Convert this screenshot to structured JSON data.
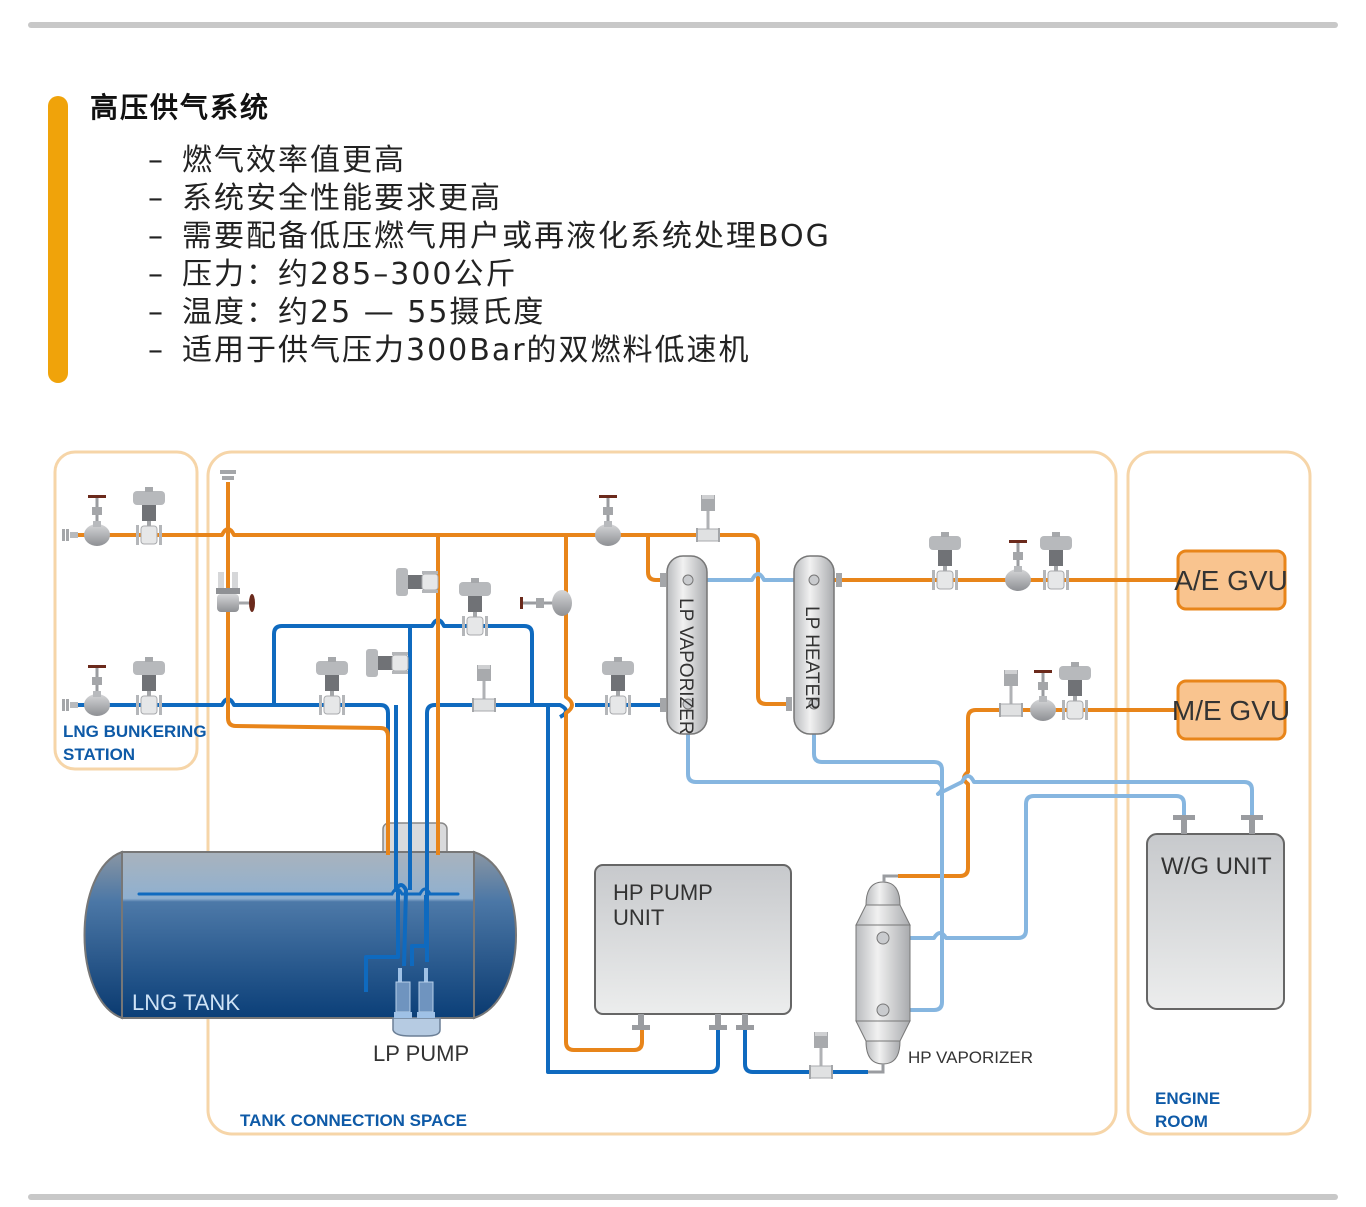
{
  "header": {
    "title": "高压供气系统",
    "bullets": [
      "燃气效率值更高",
      "系统安全性能要求更高",
      "需要配备低压燃气用户或再液化系统处理BOG",
      "压力：约285–300公斤",
      "温度：约25 — 55摄氏度",
      "适用于供气压力300Bar的双燃料低速机"
    ],
    "bullet_marker": "–"
  },
  "colors": {
    "accent_bar": "#f0a30a",
    "zone_border": "#f6d5a8",
    "zone_label": "#0e5aa7",
    "gas_pipe": "#e8851a",
    "lng_pipe": "#0f6abf",
    "glycol_pipe": "#86b6e0",
    "gvu_fill": "#f9c48f",
    "gvu_border": "#e8851a",
    "equipment_fill": "#d8d9db",
    "equipment_border": "#6b6b6b",
    "tank_top": "#a7b4c2",
    "tank_bottom": "#0b3f78"
  },
  "diagram": {
    "zones": {
      "bunkering": "LNG BUNKERING STATION",
      "bunkering_line1": "LNG BUNKERING",
      "bunkering_line2": "STATION",
      "tank_connection": "TANK CONNECTION SPACE",
      "engine_room_line1": "ENGINE",
      "engine_room_line2": "ROOM"
    },
    "equipment": {
      "lng_tank": "LNG TANK",
      "lp_pump": "LP PUMP",
      "lp_vaporizer": "LP VAPORIZER",
      "lp_heater": "LP HEATER",
      "hp_pump_unit_line1": "HP PUMP",
      "hp_pump_unit_line2": "UNIT",
      "hp_vaporizer": "HP VAPORIZER",
      "wg_unit": "W/G UNIT",
      "ae_gvu": "A/E GVU",
      "me_gvu": "M/E GVU"
    },
    "legend_icons": [
      "manual-valve-icon",
      "control-valve-icon",
      "flow-meter-icon",
      "flange-icon"
    ]
  }
}
